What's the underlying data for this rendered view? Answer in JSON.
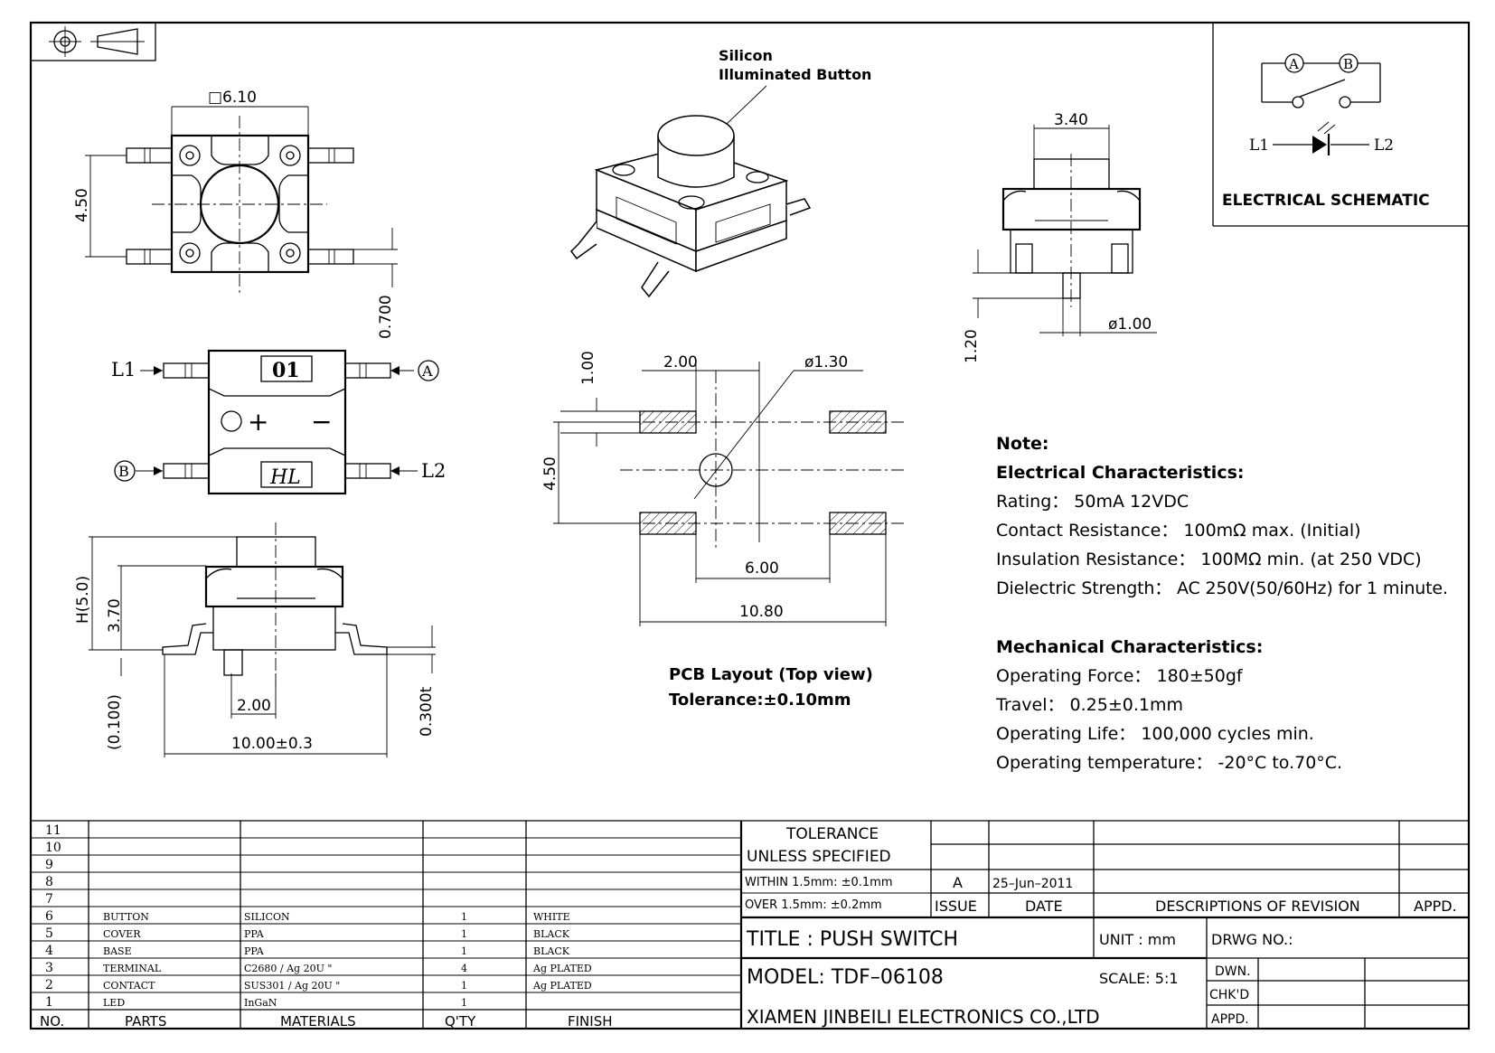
{
  "symbols": {
    "projection": "first-angle-projection-symbol"
  },
  "top_view": {
    "body_size": "□6.10",
    "pitch": "4.50",
    "lead_width": "0.700"
  },
  "iso_view": {
    "label_line1": "Silicon",
    "label_line2": "Illuminated Button"
  },
  "side_view_right": {
    "button_dia": "3.40",
    "pin_dia": "ø1.00",
    "pin_len": "1.20"
  },
  "schematic": {
    "terminal_a": "A",
    "terminal_b": "B",
    "l1": "L1",
    "l2": "L2",
    "title": "ELECTRICAL SCHEMATIC"
  },
  "bottom_view": {
    "code": "01",
    "logo": "HL",
    "plus": "+",
    "minus": "−",
    "l1": "L1",
    "l2": "L2",
    "a": "A",
    "b": "B"
  },
  "pcb": {
    "pad_h": "1.00",
    "pad_w": "2.00",
    "hole_dia": "ø1.30",
    "row_pitch": "4.50",
    "inner_span": "6.00",
    "outer_span": "10.80",
    "caption_line1": "PCB Layout (Top view)",
    "caption_line2": "Tolerance:±0.10mm"
  },
  "side_view_left": {
    "height": "H(5.0)",
    "body_h": "3.70",
    "standoff": "(0.100)",
    "pin_w": "2.00",
    "span": "10.00±0.3",
    "lead_t": "0.300t"
  },
  "notes": {
    "heading": "Note:",
    "electrical_heading": "Electrical Characteristics:",
    "electrical": [
      "Rating： 50mA 12VDC",
      "Contact Resistance： 100mΩ max. (Initial)",
      "Insulation Resistance： 100MΩ min. (at 250 VDC)",
      "Dielectric Strength： AC 250V(50/60Hz)  for 1 minute."
    ],
    "mechanical_heading": "Mechanical Characteristics:",
    "mechanical": [
      "Operating Force： 180±50gf",
      "Travel： 0.25±0.1mm",
      "Operating Life： 100,000 cycles min.",
      "Operating temperature： -20°C to.70°C."
    ]
  },
  "bom": {
    "headers": [
      "NO.",
      "PARTS",
      "MATERIALS",
      "Q'TY",
      "FINISH"
    ],
    "rows": [
      {
        "no": "11",
        "part": "",
        "material": "",
        "qty": "",
        "finish": ""
      },
      {
        "no": "10",
        "part": "",
        "material": "",
        "qty": "",
        "finish": ""
      },
      {
        "no": "9",
        "part": "",
        "material": "",
        "qty": "",
        "finish": ""
      },
      {
        "no": "8",
        "part": "",
        "material": "",
        "qty": "",
        "finish": ""
      },
      {
        "no": "7",
        "part": "",
        "material": "",
        "qty": "",
        "finish": ""
      },
      {
        "no": "6",
        "part": "BUTTON",
        "material": "SILICON",
        "qty": "1",
        "finish": "WHITE"
      },
      {
        "no": "5",
        "part": "COVER",
        "material": "PPA",
        "qty": "1",
        "finish": "BLACK"
      },
      {
        "no": "4",
        "part": "BASE",
        "material": "PPA",
        "qty": "1",
        "finish": "BLACK"
      },
      {
        "no": "3",
        "part": "TERMINAL",
        "material": "C2680 / Ag 20U \"",
        "qty": "4",
        "finish": "Ag PLATED"
      },
      {
        "no": "2",
        "part": "CONTACT",
        "material": "SUS301 / Ag 20U \"",
        "qty": "1",
        "finish": "Ag PLATED"
      },
      {
        "no": "1",
        "part": "LED",
        "material": "InGaN",
        "qty": "1",
        "finish": ""
      }
    ]
  },
  "title_block": {
    "tolerance_label": "TOLERANCE",
    "unless_specified": "UNLESS  SPECIFIED",
    "within": "WITHIN  1.5mm: ±0.1mm",
    "over": "OVER   1.5mm: ±0.2mm",
    "issue_value": "A",
    "date_value": "25–Jun–2011",
    "issue_label": "ISSUE",
    "date_label": "DATE",
    "descriptions_label": "DESCRIPTIONS OF REVISION",
    "appd_label": "APPD.",
    "title": "TITLE  :  PUSH  SWITCH",
    "unit": "UNIT : mm",
    "drwg_no": "DRWG NO.:",
    "model": "MODEL: TDF–06108",
    "scale": "SCALE: 5:1",
    "dwn": "DWN.",
    "chkd": "CHK'D",
    "appd": "APPD.",
    "company": "XIAMEN  JINBEILI  ELECTRONICS  CO.,LTD"
  }
}
